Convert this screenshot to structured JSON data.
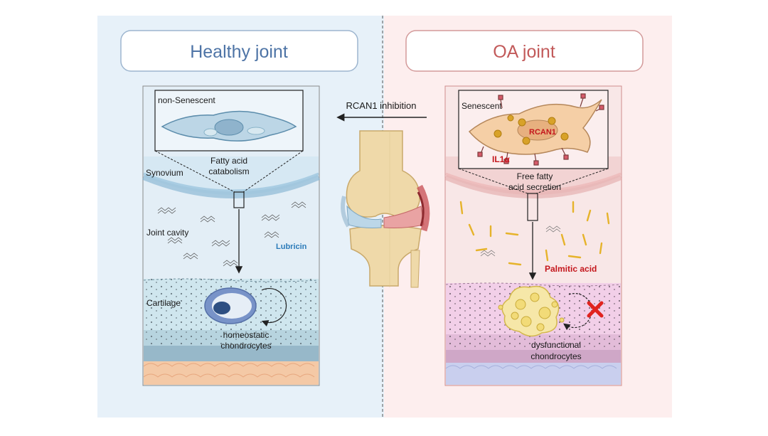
{
  "left_panel": {
    "title": "Healthy joint",
    "cell_label": "non-Senescent",
    "process_line1": "Fatty acid",
    "process_line2": "catabolism",
    "synovium_label": "Synovium",
    "cavity_label": "Joint cavity",
    "lubricin_label": "Lubricin",
    "cartilage_label": "Cartilage",
    "chondro_line1": "homeostatic",
    "chondro_line2": "chondrocytes"
  },
  "right_panel": {
    "title": "OA joint",
    "cell_label": "Senescent",
    "rcan1_label": "RCAN1",
    "il1a_label": "IL1α",
    "process_line1": "Free fatty",
    "process_line2": "acid secretion",
    "palmitic_label": "Palmitic acid",
    "chondro_line1": "dysfunctional",
    "chondro_line2": "chondrocytes"
  },
  "center": {
    "arrow_label": "RCAN1 inhibition"
  },
  "colors": {
    "healthy_bg": "#e7f1f9",
    "oa_bg": "#fdeeee",
    "healthy_title": "#4e74a6",
    "oa_title": "#c25a5a",
    "lubricin": "#2b7bb9",
    "highlight_red": "#c4161c",
    "palmitic_yellow": "#f2c232"
  }
}
